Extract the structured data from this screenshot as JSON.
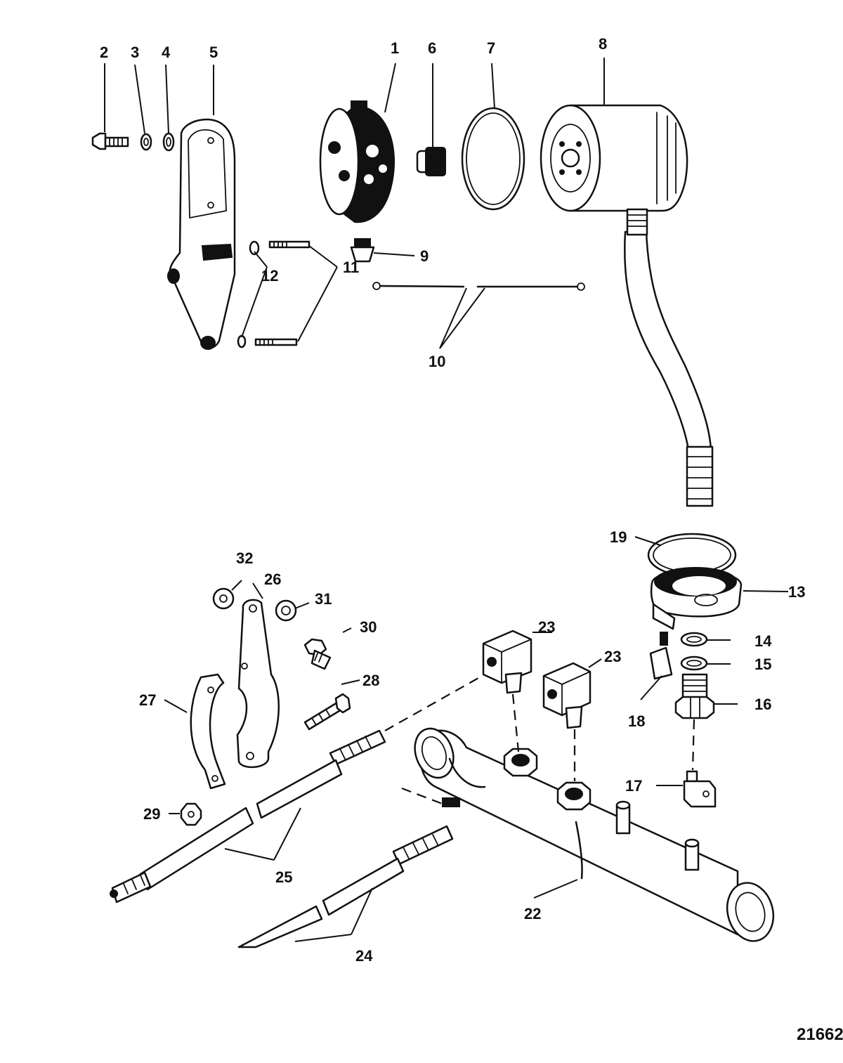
{
  "callouts": {
    "c1": "1",
    "c2": "2",
    "c3": "3",
    "c4": "4",
    "c5": "5",
    "c6": "6",
    "c7": "7",
    "c8": "8",
    "c9": "9",
    "c10": "10",
    "c11": "11",
    "c12": "12",
    "c13": "13",
    "c14": "14",
    "c15": "15",
    "c16": "16",
    "c17": "17",
    "c18": "18",
    "c19": "19",
    "c22": "22",
    "c23a": "23",
    "c23b": "23",
    "c24": "24",
    "c25": "25",
    "c26": "26",
    "c27": "27",
    "c28": "28",
    "c29": "29",
    "c30": "30",
    "c31": "31",
    "c32": "32"
  },
  "figure_number": "21662"
}
